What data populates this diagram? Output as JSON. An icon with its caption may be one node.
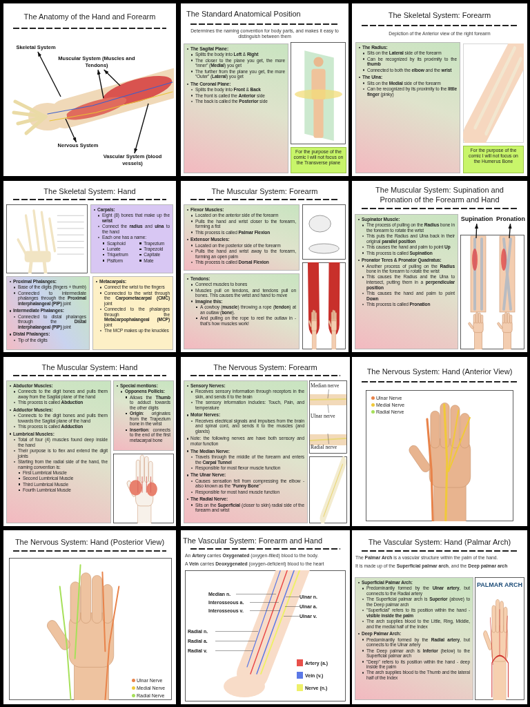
{
  "diagram": {
    "nodes": [
      {
        "text": [
          "The Anatomy of the Hand and Forearm"
        ]
      },
      {
        "text": [
          "Skeletal System"
        ],
        "in": 0
      },
      {
        "text": [
          "Muscular System (Muscles and Tendons)"
        ],
        "in": 0
      },
      {
        "text": [
          "Nervous System"
        ],
        "in": 0
      },
      {
        "text": [
          "Vascular System (blood vessels)"
        ],
        "in": 0
      },
      {
        "text": [
          "The Standard Anatomical Position",
          "Determines the naming convention for body parts, and makes it easy to distinguish between them"
        ]
      },
      {
        "text": [
          "**The Sagital Plane:**",
          "Splits the body into **Left** & **Right**",
          "The closer to the plane you get, the more “inner” (**Medial**) you get",
          "The further from the plane you get, the more “Outer” (**Lateral**) you get",
          "**The Coronal Plane:**",
          "Splits the body into **Front** & **Back**",
          "The front is called the **Anterior** side",
          "The back is called the **Posterior** side"
        ],
        "in": 5
      },
      {
        "text": [
          "For the purpose of the comic I will not focus on the Transverse plane"
        ],
        "in": 5
      },
      {
        "text": [
          "The Skeletal System: Forearm",
          "Depiction of the Anterior view of the right forearm"
        ]
      },
      {
        "text": [
          "**The Radius:**",
          "Sits on the **Lateral** side of the forearm",
          "Can be recognized by its proximity to the **thumb**",
          "Connected to both the **elbow** and the **wrist**",
          "**The Ulna:**",
          "Sits on the **Medial** side of the forearm",
          "Can be recognized by its proximity to the **little finger** (pinky)"
        ],
        "in": 8
      },
      {
        "text": [
          "For the purpose of the comic I will not focus on the Humerus Bone"
        ],
        "in": 8
      },
      {
        "text": [
          "The Skeletal System: Hand"
        ]
      },
      {
        "text": [
          "**Carpals:**",
          "Eight (8) bones that make up the **wrist**",
          "Connect the **radius** and **ulna** to the hand",
          "Each one has a name:",
          "Scaphoid",
          "Trapezium",
          "Lunate",
          "Trapezoid",
          "Triquetrum",
          "Capitate",
          "Pisiform",
          "Mate"
        ],
        "in": 11
      },
      {
        "text": [
          "**Proximal Phalanges:**",
          "Base of the digits (fingers + thumb)",
          "Connected to intermediate phalanges through the **Proximal interphalangeal (PIP)** joint",
          "**Intermediate Phalanges:**",
          "Connected to distal phalanges through the **Distal interphalangeal (PIP)** joint",
          "**Distal Phalanges:**",
          "Tip of the digits"
        ],
        "in": 11
      },
      {
        "text": [
          "**Metacarpals:**",
          "Connect the wrist to the fingers",
          "Connected to the wrist through the **Carpometacarpal (CMC)** joint",
          "Connected to the phalanges through the **Metacarpophalangeal (MCP)** joint",
          "The MCP makes up the knuckles"
        ],
        "in": 11
      },
      {
        "text": [
          "The Muscular System: Forearm"
        ]
      },
      {
        "text": [
          "**Flexor Muscles:**",
          "Located on the anterior side of the forearm",
          "Pulls the hand and wrist closer to the forearm, forming a fist",
          "This process is called **Palmar Flexion**",
          "**Extensor Muscles:**",
          "Located on the posterior side of the forearm",
          "Pulls the hand and wrist away to the forearm, forming an open palm",
          "This process is called **Dorsal Flexion**"
        ],
        "in": 15
      },
      {
        "text": [
          "**Tendons:**",
          "Connect muscles to bones",
          "Muscles pull on tendons, and tendons pull on bones. This causes the wrist and hand to move",
          "**Imagine this:**",
          "A cowboy (**muscle**) throwing a rope (**tendon**) at an outlaw (**bone**).",
          "And pulling on the rope to reel the outlaw in - that's how muscles work!"
        ],
        "in": 15
      },
      {
        "text": [
          "The Muscular System: Supination and Pronation of the Forearm and Hand"
        ]
      },
      {
        "text": [
          "**Supinator Muscle:**",
          "The process of pulling on the **Radius** bone in the forearm to rotate the wrist",
          "This puts the Radius and Ulna back in their original **parallel position**",
          "This causes the hand and palm to point **Up**",
          "This process is called **Supination**",
          "**Pronator Teres & Pronator Quadratus:**",
          "Another process of pulling on the **Radius** bone in the forearm to rotate the wrist",
          "This causes the Radius and the Ulna to intersect, putting them in a **perpendicular position**",
          "This causes the hand and palm to point **Down**",
          "This process is called **Pronation**"
        ],
        "in": 18
      },
      {
        "text": [
          "Supination"
        ],
        "in": 18
      },
      {
        "text": [
          "Pronation"
        ],
        "in": 18
      },
      {
        "text": [
          "The Muscular System: Hand"
        ]
      },
      {
        "text": [
          "**Abductor Muscles:**",
          "Connects to the digit bones and pulls them away from the Sagital plane of the hand",
          "This process is called **Abduction**",
          "**Adductor Muscles:**",
          "Connects to the digit bones and pulls them towards the Sagital plane of the hand",
          "This process is called **Adduction**",
          "**Lumbrical Muscles:**",
          "Total of four (4) muscles found deep inside the hand",
          "Their purpose is to flex and extend the digit joints",
          "Starting from the radial side of the hand, the naming convention is:",
          "First Lumbrical Muscle",
          "Second Lumbrical Muscle",
          "Third Lumbrical Muscle",
          "Fourth Lumbrical Muscle"
        ],
        "in": 22
      },
      {
        "text": [
          "**Special mentions:**",
          "**Opponens Pollicis:**",
          "Allows the **Thumb** to adduct towards the other digits",
          "**Origin**: originates from the Trapezium bone in the wrist",
          "**Insertion**: connects to the end of the first metacarpal bone"
        ],
        "in": 22
      },
      {
        "text": [
          "The Nervous System: Forearm"
        ]
      },
      {
        "text": [
          "**Sensory Nerves:**",
          "Receives sensory information through receptors in the skin, and sends it to the brain",
          "The sensory information includes: Touch, Pain, and temperature",
          "**Motor Nerves:**",
          "Receives electrical signals and impulses from the brain and spinal cord, and sends it to the muscles (and glands)",
          "Note: the following nerves are have both sensory and motor function",
          "**The Median Nerve:**",
          "Travels through the middle of the forearm and enters the **Carpal Tunnel**",
          "Responsible for most flexor muscle function",
          "**The Ulnar Nerve:**",
          "Causes sensation felt from compressing the elbow - also known as the \"**Funny Bone**\"",
          "Responsible for most hand muscle function",
          "**The Radial Nerve:**",
          "Sits on the **Superficial** (closer to skin) radial side of the forearm and wrist"
        ],
        "in": 25
      },
      {
        "text": [
          "Median nerve"
        ],
        "in": 25
      },
      {
        "text": [
          "Ulnar nerve"
        ],
        "in": 25
      },
      {
        "text": [
          "Radial nerve"
        ],
        "in": 25
      },
      {
        "text": [
          "The Nervous System: Hand (Anterior View)"
        ]
      },
      {
        "text": [
          "The Nervous System: Hand (Posterior View)"
        ]
      },
      {
        "text": [
          "The Vascular System: Forearm and Hand",
          "An **Artery** carries **Oxygenated** (oxygen-filled) blood to the body.",
          "A **Vein** carries **Deoxygenated** (oxygen-deficient) blood to the heart"
        ]
      },
      {
        "text": [
          "Median n."
        ],
        "in": 32
      },
      {
        "text": [
          "Interosseous a."
        ],
        "in": 32
      },
      {
        "text": [
          "Interosseous v."
        ],
        "in": 32
      },
      {
        "text": [
          "Ulnar n."
        ],
        "in": 32
      },
      {
        "text": [
          "Ulnar a."
        ],
        "in": 32
      },
      {
        "text": [
          "Ulnar v."
        ],
        "in": 32
      },
      {
        "text": [
          "Radial n."
        ],
        "in": 32
      },
      {
        "text": [
          "Radial a."
        ],
        "in": 32
      },
      {
        "text": [
          "Radial v."
        ],
        "in": 32
      },
      {
        "text": [
          "The Vascular System: Hand (Palmar Arch)",
          "The **Palmar Arch** is a vascular structure within the palm of the hand.",
          "It is made up of the **Superficial palmar arch**, and the **Deep palmar arch**"
        ]
      },
      {
        "text": [
          "**Superficial Palmar Arch:**",
          "Predominantly formed by the **Ulnar artery**, but connects to the Radial artery",
          "The Superficial palmar arch is **Superior** (above) to the Deep palmar arch",
          "\"Superficial\" refers to its position within the hand - **visible inside the palm**",
          "The arch supplies blood to the Little, Ring, Middle, and the medial half of the Index",
          "**Deep Palmar Arch:**",
          "Predominantly formed by the **Radial artery**, but connects to the Ulnar artery",
          "The Deep palmar arch is **Inferior** (below) to the Superficial palmar arch",
          "\"Deep\" refers to its position within the hand - deep inside the palm",
          "The arch supplies blood to the Thumb and the lateral half of the Index"
        ],
        "in": 42
      }
    ],
    "edges": [
      {
        "from": null,
        "to": 1,
        "arrow": "to"
      },
      {
        "from": null,
        "to": 2,
        "arrow": "to"
      },
      {
        "from": null,
        "to": 2,
        "arrow": "to"
      },
      {
        "from": null,
        "to": 3,
        "arrow": "to"
      },
      {
        "from": null,
        "to": 4,
        "arrow": "to"
      },
      {
        "from": null,
        "to": 20,
        "arrow": "to"
      },
      {
        "from": null,
        "to": 21,
        "arrow": "to"
      },
      {
        "from": 27,
        "to": null,
        "arrow": "none"
      },
      {
        "from": 28,
        "to": null,
        "arrow": "none"
      },
      {
        "from": 29,
        "to": null,
        "arrow": "none"
      },
      {
        "from": 33,
        "to": null,
        "arrow": "none"
      },
      {
        "from": 34,
        "to": null,
        "arrow": "none"
      },
      {
        "from": 35,
        "to": null,
        "arrow": "none"
      },
      {
        "from": 36,
        "to": null,
        "arrow": "none"
      },
      {
        "from": 37,
        "to": null,
        "arrow": "none"
      },
      {
        "from": 38,
        "to": null,
        "arrow": "none"
      },
      {
        "from": 39,
        "to": null,
        "arrow": "none"
      },
      {
        "from": 40,
        "to": null,
        "arrow": "none"
      },
      {
        "from": 41,
        "to": null,
        "arrow": "none"
      }
    ],
    "labels": [
      "PALMAR ARCH"
    ],
    "legend": [
      {
        "text": "Ulnar Nerve",
        "color": "#e8834a"
      },
      {
        "text": "Medial Nerve",
        "color": "#f0c93a"
      },
      {
        "text": "Radial Nerve",
        "color": "#a6e05a"
      },
      {
        "text": "Ulnar Nerve",
        "color": "#e8834a"
      },
      {
        "text": "Medial Nerve",
        "color": "#f0c93a"
      },
      {
        "text": "Radial Nerve",
        "color": "#a6e05a"
      },
      {
        "text": "Artery (a.)",
        "color": "#e8504a"
      },
      {
        "text": "Vein (v.)",
        "color": "#5b78e6"
      },
      {
        "text": "Nerve (n.)",
        "color": "#eef06a"
      }
    ]
  }
}
